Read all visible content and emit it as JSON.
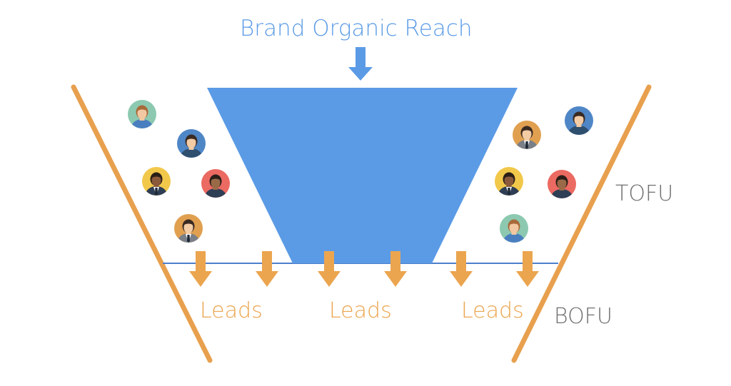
{
  "title": "Brand Organic Reach",
  "stage_top": "TOFU",
  "stage_bottom": "BOFU",
  "leads": [
    "Leads",
    "Leads",
    "Leads"
  ],
  "colors": {
    "funnel_blue": "#5B9BE6",
    "funnel_edge_orange": "#E8A04E",
    "lead_orange": "#EBA54F",
    "stage_gray": "#6f6f6f",
    "divider_blue": "#4E7FCC"
  },
  "people": [
    {
      "bg": "#8CC9B0",
      "skin": "#F2C8A2",
      "hair": "#A86A3A",
      "shirt": "#4A7FBF",
      "tie": false
    },
    {
      "bg": "#4F86C6",
      "skin": "#F3CBA5",
      "hair": "#3A2A22",
      "shirt": "#2F4F6F",
      "tie": false
    },
    {
      "bg": "#F2C84B",
      "skin": "#8A5A3B",
      "hair": "#2A1E18",
      "shirt": "#2E3E55",
      "tie": true
    },
    {
      "bg": "#EB6A62",
      "skin": "#9A6A48",
      "hair": "#2A1E18",
      "shirt": "#2E3E55",
      "tie": false
    },
    {
      "bg": "#E0A050",
      "skin": "#F3CBA5",
      "hair": "#3A2A22",
      "shirt": "#7A7F88",
      "tie": true
    },
    {
      "bg": "#E0A050",
      "skin": "#F3CBA5",
      "hair": "#3A2A22",
      "shirt": "#7A7F88",
      "tie": true
    },
    {
      "bg": "#4F86C6",
      "skin": "#F3CBA5",
      "hair": "#3A2A22",
      "shirt": "#2F4F6F",
      "tie": false
    },
    {
      "bg": "#F2C84B",
      "skin": "#8A5A3B",
      "hair": "#2A1E18",
      "shirt": "#2E3E55",
      "tie": true
    },
    {
      "bg": "#EB6A62",
      "skin": "#9A6A48",
      "hair": "#2A1E18",
      "shirt": "#2E3E55",
      "tie": false
    },
    {
      "bg": "#8CC9B0",
      "skin": "#F2C8A2",
      "hair": "#A86A3A",
      "shirt": "#4A7FBF",
      "tie": false
    }
  ]
}
